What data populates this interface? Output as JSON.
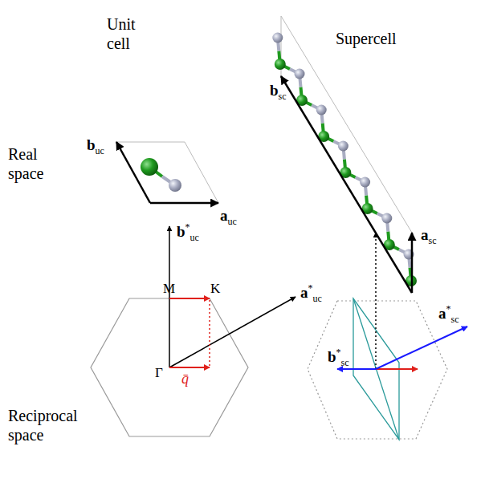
{
  "diagram": {
    "labels": [
      "Unit cell",
      "Supercell",
      "Real space",
      "Reciprocal space",
      "buc",
      "auc",
      "asc",
      "bsc",
      "b*uc",
      "a*uc",
      "M",
      "K",
      "Γ",
      "q̄",
      "a*sc",
      "b*sc"
    ]
  }
}
